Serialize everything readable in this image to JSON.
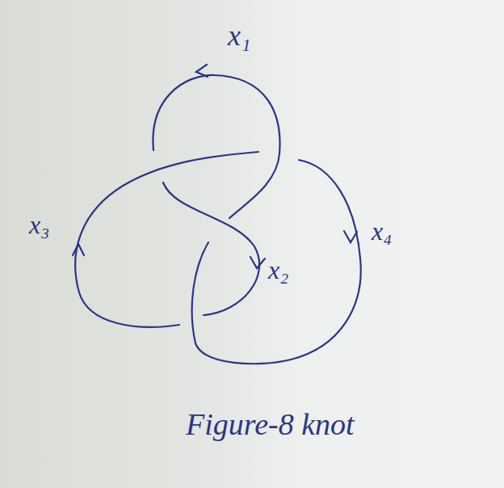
{
  "diagram": {
    "caption": "Figure-8 knot",
    "labels": [
      "x₁",
      "x₂",
      "x₃",
      "x₄"
    ]
  }
}
